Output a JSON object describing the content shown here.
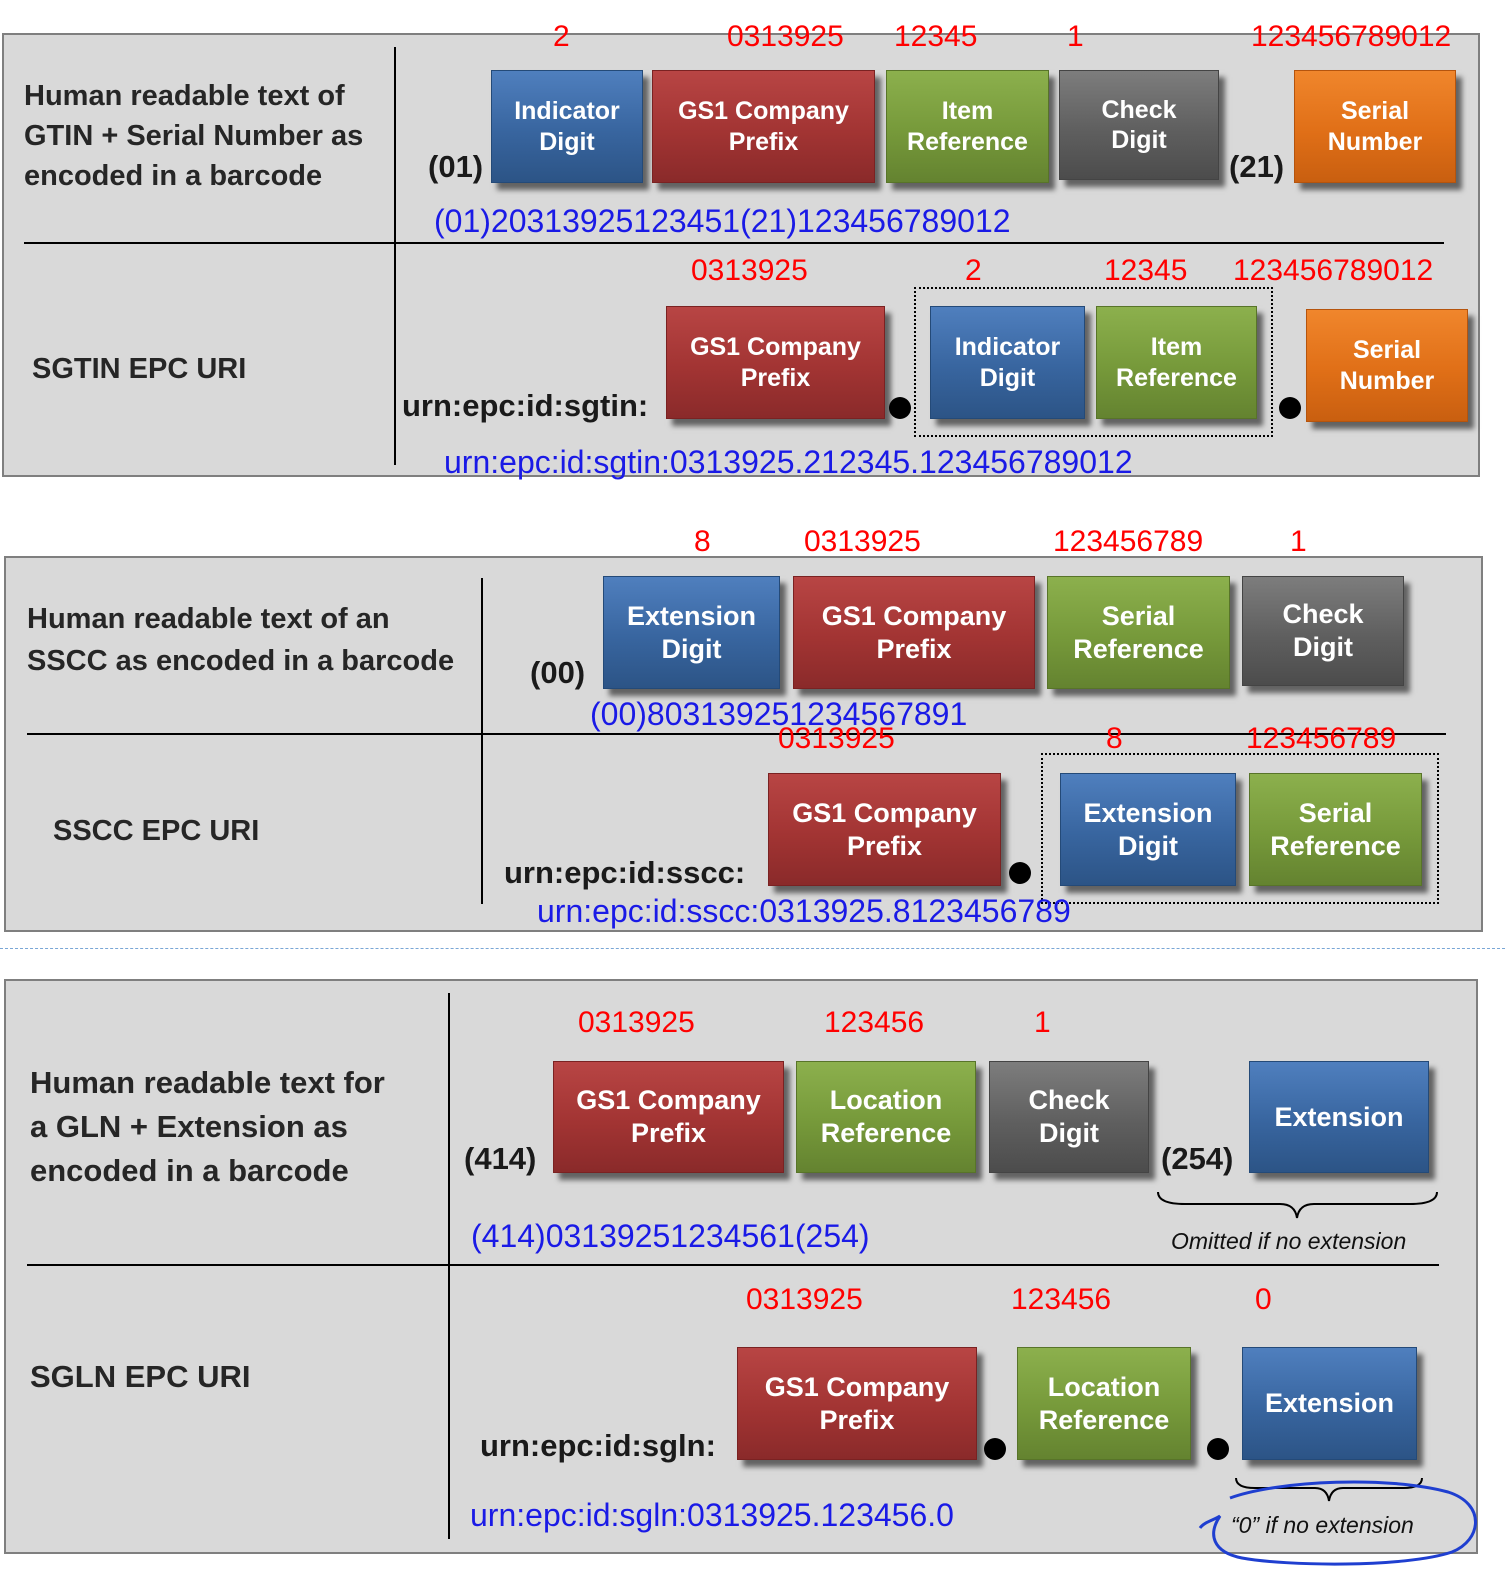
{
  "gtin": {
    "barcode_label": "Human readable text of\nGTIN  + Serial Number as\nencoded in a barcode",
    "epc_label": "SGTIN EPC URI",
    "ai_01": "(01)",
    "ai_21": "(21)",
    "barcode_boxes": [
      {
        "label": "Indicator\nDigit",
        "value": "2"
      },
      {
        "label": "GS1 Company\nPrefix",
        "value": "0313925"
      },
      {
        "label": "Item\nReference",
        "value": "12345"
      },
      {
        "label": "Check\nDigit",
        "value": "1"
      },
      {
        "label": "Serial\nNumber",
        "value": "123456789012"
      }
    ],
    "barcode_text": "(01)20313925123451(21)123456789012",
    "uri_prefix": "urn:epc:id:sgtin:",
    "uri_boxes": [
      {
        "label": "GS1 Company\nPrefix",
        "value": "0313925"
      },
      {
        "label": "Indicator\nDigit",
        "value": "2"
      },
      {
        "label": "Item\nReference",
        "value": "12345"
      },
      {
        "label": "Serial\nNumber",
        "value": "123456789012"
      }
    ],
    "uri_text": "urn:epc:id:sgtin:0313925.212345.123456789012"
  },
  "sscc": {
    "barcode_label": "Human readable text of an\nSSCC as encoded in a barcode",
    "epc_label": "SSCC EPC URI",
    "ai_00": "(00)",
    "barcode_boxes": [
      {
        "label": "Extension\nDigit",
        "value": "8"
      },
      {
        "label": "GS1 Company\nPrefix",
        "value": "0313925"
      },
      {
        "label": "Serial\nReference",
        "value": "123456789"
      },
      {
        "label": "Check\nDigit",
        "value": "1"
      }
    ],
    "barcode_text": "(00)80313925123456789‌1",
    "uri_prefix": "urn:epc:id:sscc:",
    "uri_boxes": [
      {
        "label": "GS1 Company\nPrefix",
        "value": "0313925"
      },
      {
        "label": "Extension\nDigit",
        "value": "8"
      },
      {
        "label": "Serial\nReference",
        "value": "123456789"
      }
    ],
    "uri_text": "urn:epc:id:sscc:0313925.8123456789"
  },
  "gln": {
    "barcode_label": "Human readable text for\na GLN  + Extension as\nencoded in a barcode",
    "epc_label": "SGLN EPC URI",
    "ai_414": "(414)",
    "ai_254": "(254)",
    "barcode_boxes": [
      {
        "label": "GS1 Company\nPrefix",
        "value": "0313925"
      },
      {
        "label": "Location\nReference",
        "value": "123456"
      },
      {
        "label": "Check\nDigit",
        "value": "1"
      },
      {
        "label": "Extension",
        "value": ""
      }
    ],
    "barcode_text": "(414)03139251234561(254)",
    "barcode_note": "Omitted if no extension",
    "uri_prefix": "urn:epc:id:sgln:",
    "uri_boxes": [
      {
        "label": "GS1 Company\nPrefix",
        "value": "0313925"
      },
      {
        "label": "Location\nReference",
        "value": "123456"
      },
      {
        "label": "Extension",
        "value": "0"
      }
    ],
    "uri_text": "urn:epc:id:sgln:0313925.123456.0",
    "uri_note": "“0” if no extension"
  },
  "colors": {
    "panel": "#d9d9d9",
    "value_red": "#ff0000",
    "encoded_blue": "#1a1ae6",
    "box_blue": "#38659f",
    "box_red": "#a23433",
    "box_green": "#76993a",
    "box_gray": "#5f5f5f",
    "box_orange": "#e06f17",
    "annotation_circle": "#1f3fd0"
  }
}
